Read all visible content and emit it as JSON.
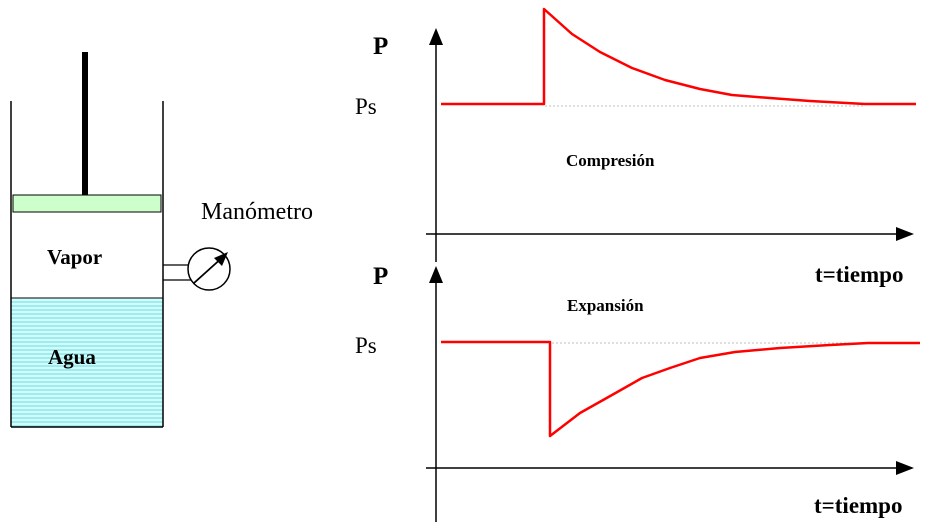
{
  "apparatus": {
    "vapor_label": "Vapor",
    "water_label": "Agua",
    "gauge_label": "Manómetro"
  },
  "graphs": {
    "compression": {
      "y_label": "P",
      "ps_label": "Ps",
      "title": "Compresión",
      "x_label": "t=tiempo"
    },
    "expansion": {
      "y_label": "P",
      "ps_label": "Ps",
      "title": "Expansión",
      "x_label": "t=tiempo"
    }
  },
  "colors": {
    "curve": "#ff0000",
    "piston": "#ccffcc",
    "water": "#ccffff",
    "water_lines": "#66cccc",
    "ps_line": "#aaaaaa",
    "ink": "#000000"
  }
}
